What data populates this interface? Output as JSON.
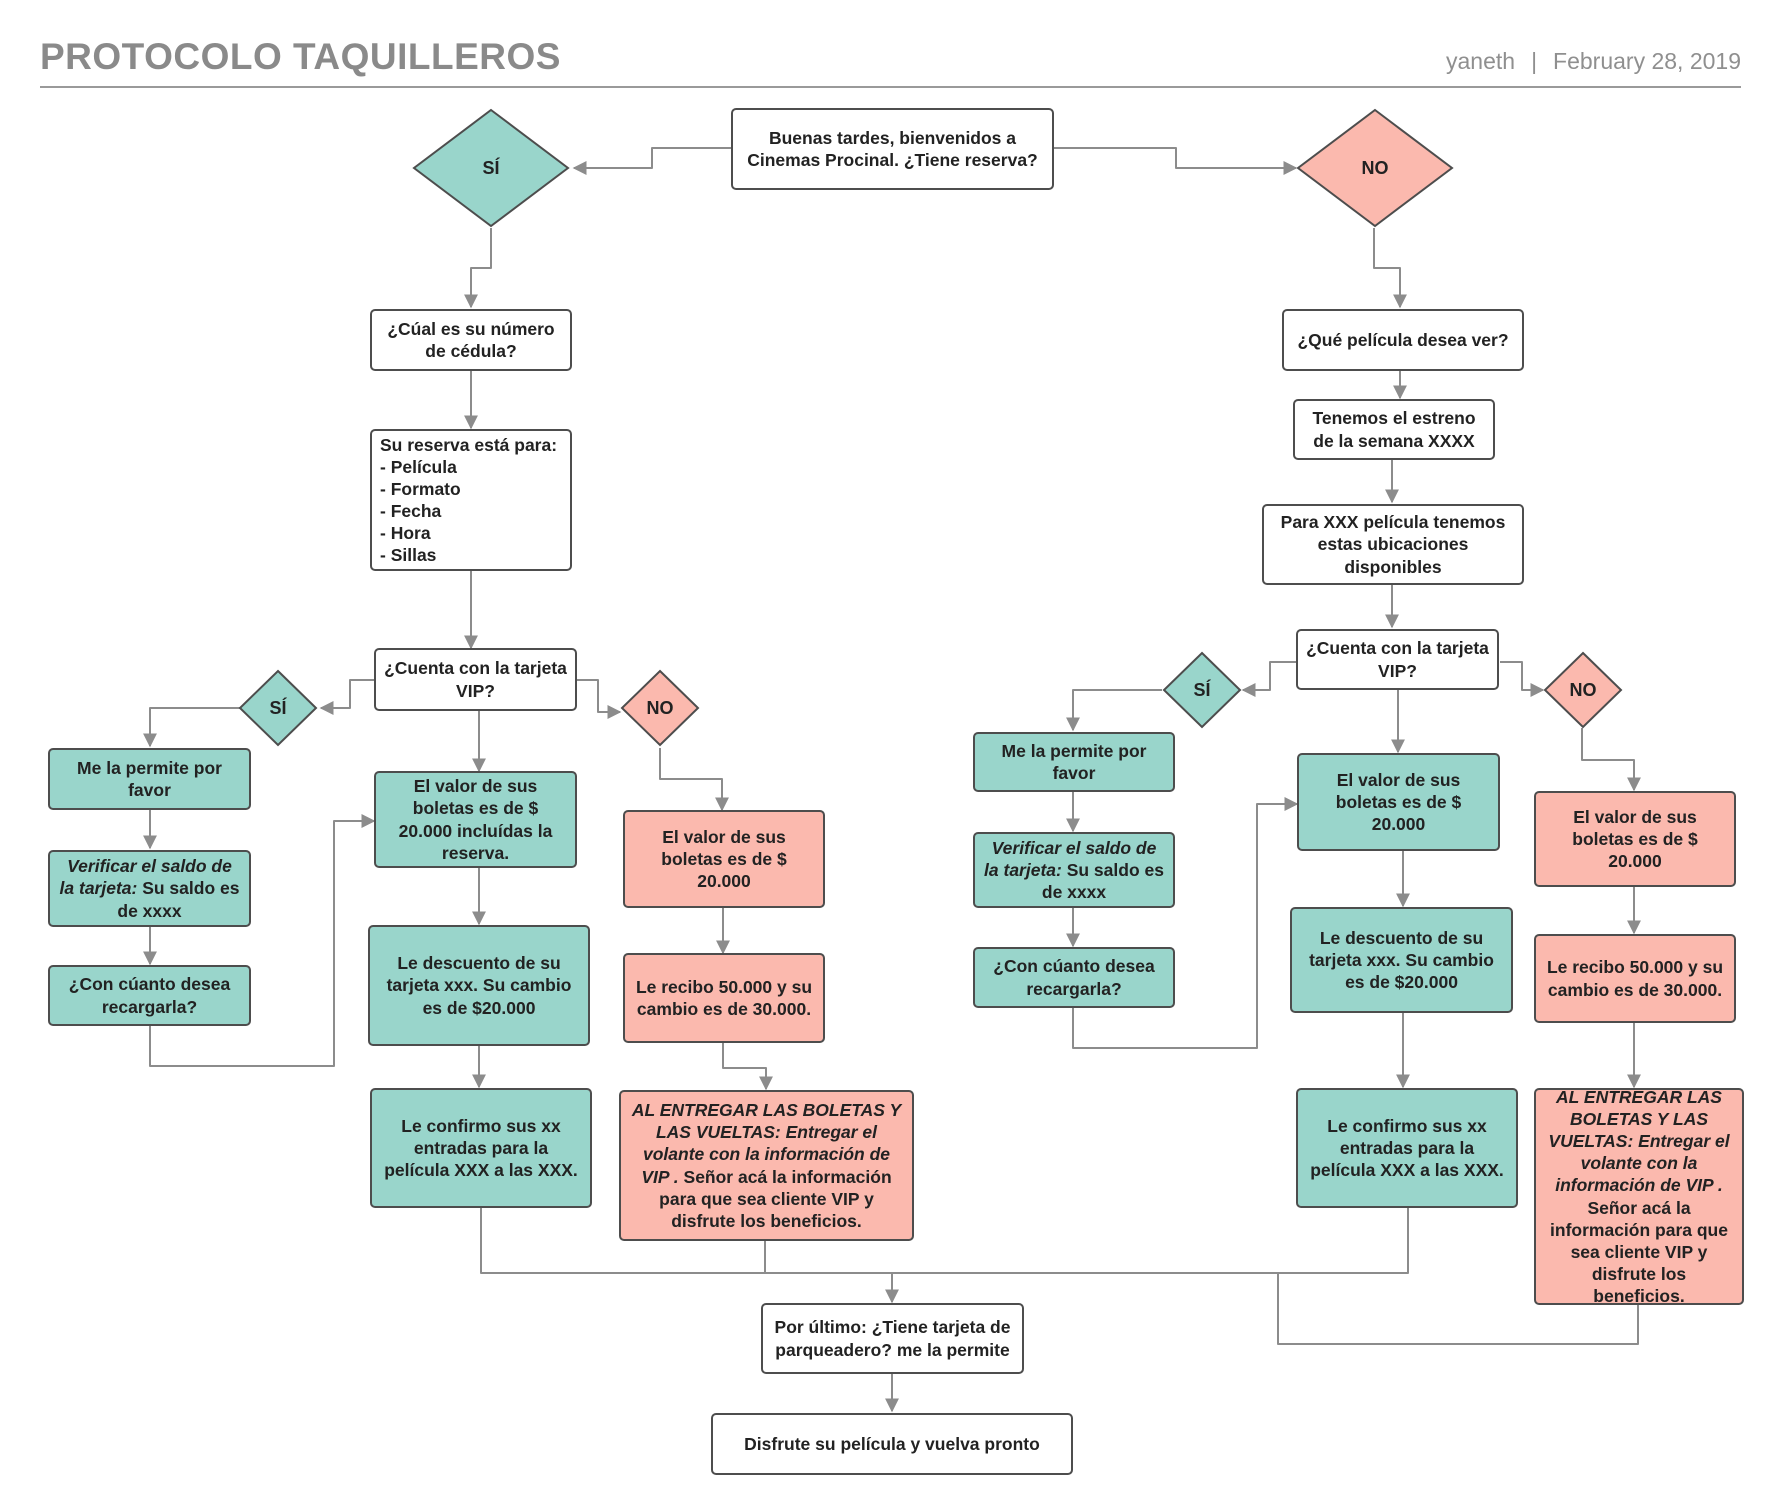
{
  "header": {
    "title": "PROTOCOLO TAQUILLEROS",
    "author": "yaneth",
    "separator": "|",
    "date": "February 28, 2019"
  },
  "colors": {
    "teal": "#99d5cb",
    "pink": "#fbb9ae",
    "white": "#ffffff",
    "line": "#8c8c8c",
    "border": "#4d4d4d"
  },
  "flow": {
    "greeting": "Buenas tardes, bienvenidos a Cinemas Procinal. ¿Tiene reserva?",
    "si": "SÍ",
    "no": "NO",
    "left": {
      "cedula": "¿Cúal es su número de cédula?",
      "reserva_title": "Su reserva está para:",
      "reserva_items": [
        "- Película",
        "- Formato",
        "- Fecha",
        "- Hora",
        "- Sillas"
      ],
      "vip_question": "¿Cuenta con la tarjeta VIP?",
      "si_branch": {
        "permite": "Me la permite por favor",
        "verificar_em": "Verificar el saldo de la tarjeta:",
        "verificar_rest": " Su saldo es de xxxx",
        "recargar": "¿Con cúanto desea recargarla?"
      },
      "mid_branch": {
        "valor": "El valor de sus boletas es de $ 20.000 incluídas la reserva.",
        "descuento": "Le descuento de su tarjeta xxx. Su cambio es de $20.000",
        "confirmo": "Le confirmo sus xx entradas para la película XXX a las XXX."
      },
      "no_branch": {
        "valor": "El valor de sus boletas es de $ 20.000",
        "recibo": "Le recibo 50.000 y su cambio es de 30.000.",
        "entregar_em": "AL ENTREGAR LAS BOLETAS Y LAS VUELTAS: Entregar el volante con la información de VIP .",
        "entregar_rest": "  Señor acá la información para que sea cliente VIP y disfrute los beneficios."
      }
    },
    "right": {
      "pelicula": "¿Qué película desea ver?",
      "estreno": "Tenemos el estreno de la semana XXXX",
      "ubicaciones": "Para XXX película tenemos estas ubicaciones disponibles",
      "vip_question": "¿Cuenta con la tarjeta VIP?",
      "si_branch": {
        "permite": "Me la permite por favor",
        "verificar_em": "Verificar el saldo de la tarjeta:",
        "verificar_rest": " Su saldo es de xxxx",
        "recargar": "¿Con cúanto desea recargarla?"
      },
      "mid_branch": {
        "valor": "El valor de sus boletas es de $ 20.000",
        "descuento": "Le descuento de su tarjeta xxx. Su cambio es de $20.000",
        "confirmo": "Le confirmo sus xx entradas para la película XXX a las XXX."
      },
      "no_branch": {
        "valor": "El valor de sus boletas es de $ 20.000",
        "recibo": "Le recibo 50.000 y su cambio es de 30.000.",
        "entregar_em": "AL ENTREGAR LAS BOLETAS Y LAS VUELTAS: Entregar el volante con la información de VIP .",
        "entregar_rest": " Señor acá la información para que sea cliente VIP y disfrute los beneficios."
      }
    },
    "parqueadero": "Por último: ¿Tiene tarjeta de parqueadero? me la permite",
    "despedida": "Disfrute su película y vuelva pronto"
  }
}
